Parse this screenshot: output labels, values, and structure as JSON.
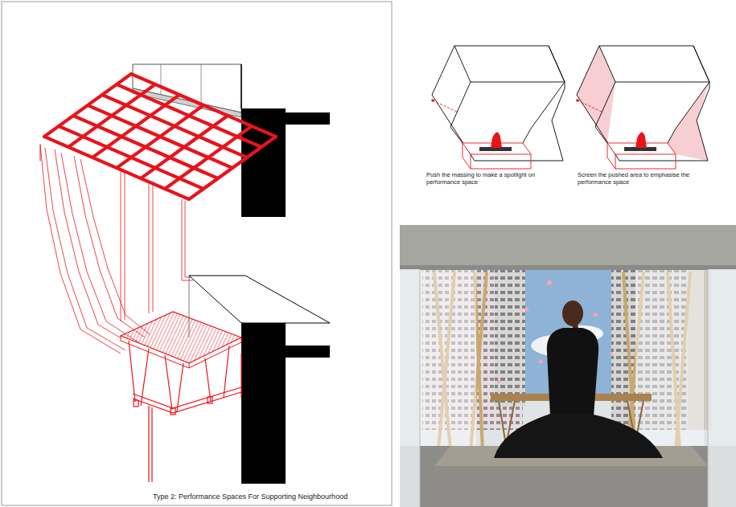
{
  "diagram": {
    "caption": "Type 2: Performance Spaces For Supporting Neighbourhood",
    "labels": [
      "Push the massing to make a spotlight on performance space",
      "Screen the pushed area to emphasise the performance space"
    ]
  }
}
